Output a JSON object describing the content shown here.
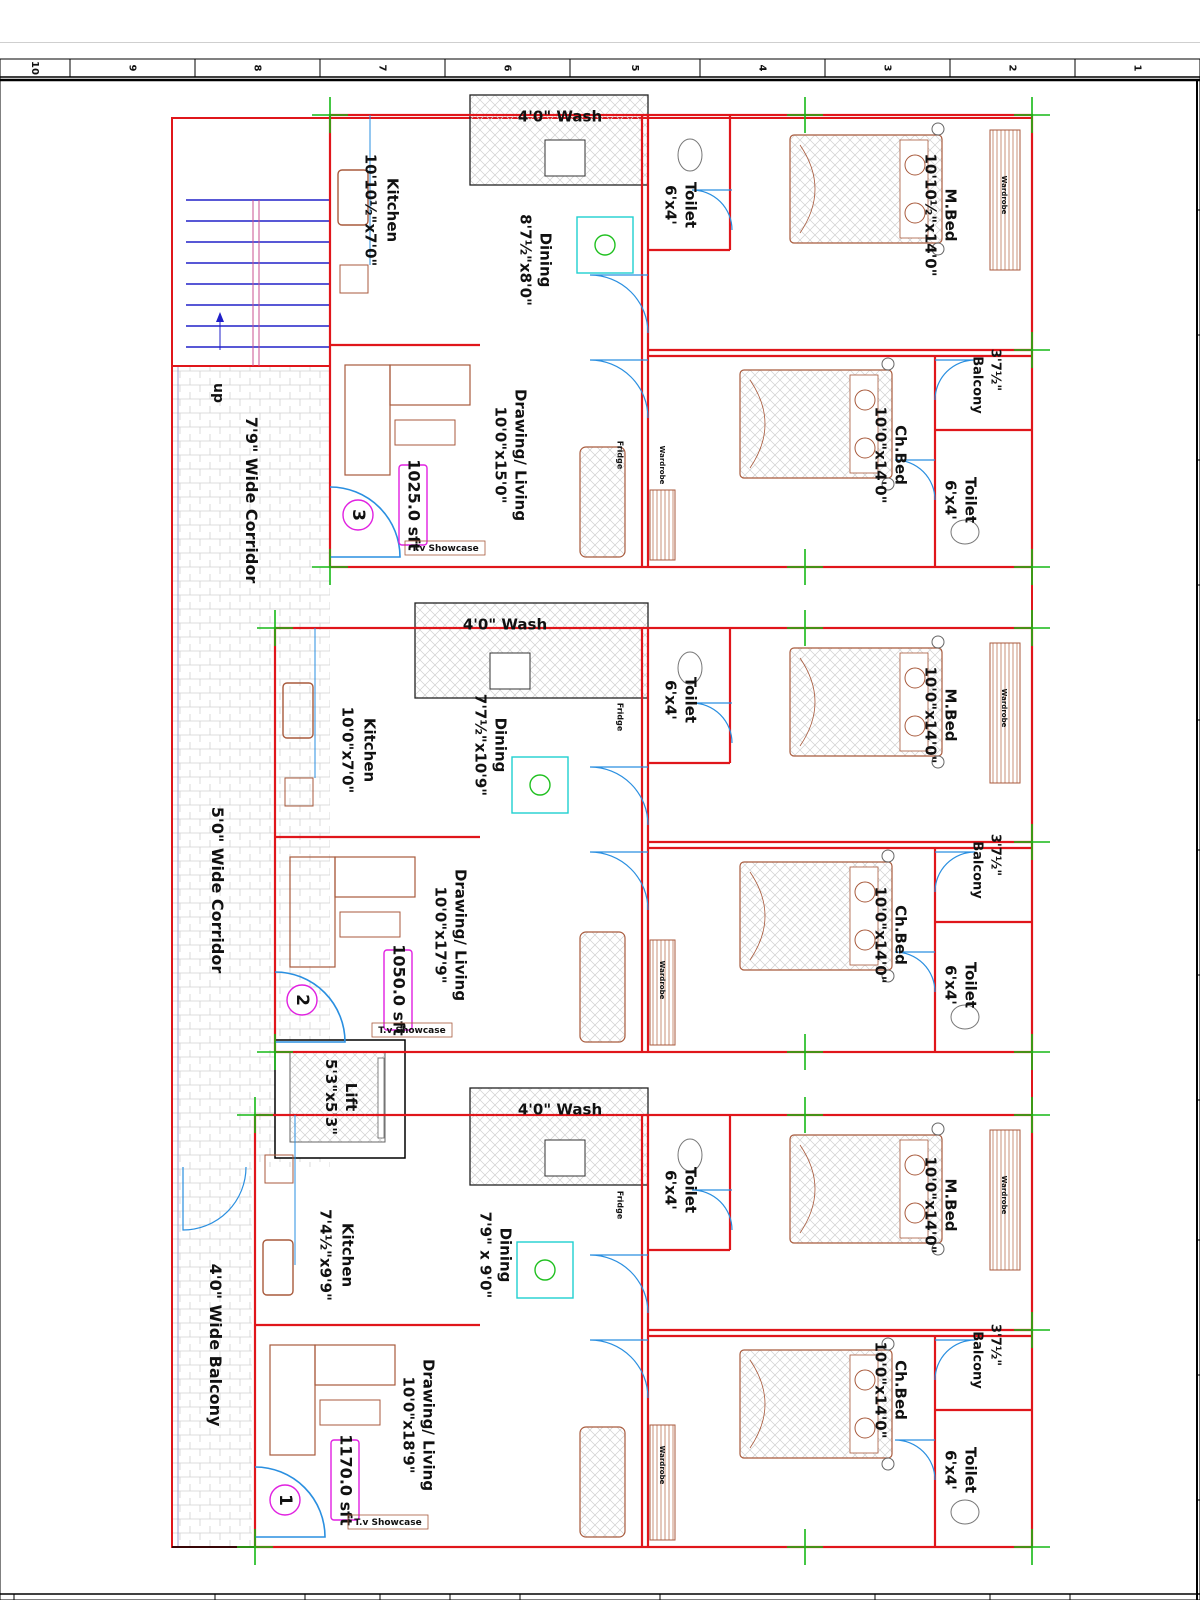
{
  "ruler": [
    "10",
    "9",
    "8",
    "7",
    "6",
    "5",
    "4",
    "3",
    "2",
    "1"
  ],
  "colors": {
    "wall": "#e0161b",
    "door": "#2a8fe0",
    "furniture": "#a85a3c",
    "stair": "#2020c8",
    "grid": "#16b916",
    "area_box": "#e020e0",
    "floor_tile": "#c9c9c9"
  },
  "corridors": {
    "wide_corridor": "7'9\" Wide Corridor",
    "mid_corridor": "5'0\" Wide Corridor",
    "balcony_strip": "4'0\" Wide Balcony",
    "stair_label": "up"
  },
  "lift": {
    "name": "Lift",
    "size": "5'3\"x5'3\""
  },
  "units": [
    {
      "number": "3",
      "area": "1025.0 sft",
      "wash": "4'0\" Wash",
      "kitchen": {
        "name": "Kitchen",
        "size": "10'10½\"x7'0\""
      },
      "dining": {
        "name": "Dining",
        "size": "8'7½\"x8'0\""
      },
      "living": {
        "name": "Drawing/ Living",
        "size": "10'0\"x15'0\""
      },
      "mbed": {
        "name": "M.Bed",
        "size": "10'10½\"x14'0\""
      },
      "chbed": {
        "name": "Ch.Bed",
        "size": "10'0\"x14'0\""
      },
      "toilet_a": {
        "name": "Toilet",
        "size": "6'x4'"
      },
      "toilet_b": {
        "name": "Toilet",
        "size": "6'x4'"
      },
      "balcony": {
        "size": "3'7½\"",
        "name": "Balcony"
      },
      "tv": "T.v Showcase",
      "wardrobe": "Wardrobe",
      "fridge": "Fridge"
    },
    {
      "number": "2",
      "area": "1050.0 sft",
      "wash": "4'0\"  Wash",
      "kitchen": {
        "name": "Kitchen",
        "size": "10'0\"x7'0\""
      },
      "dining": {
        "name": "Dining",
        "size": "7'7½\"x10'9\""
      },
      "living": {
        "name": "Drawing/ Living",
        "size": "10'0\"x17'9\""
      },
      "mbed": {
        "name": "M.Bed",
        "size": "10'0\"x14'0\""
      },
      "chbed": {
        "name": "Ch.Bed",
        "size": "10'0\"x14'0\""
      },
      "toilet_a": {
        "name": "Toilet",
        "size": "6'x4'"
      },
      "toilet_b": {
        "name": "Toilet",
        "size": "6'x4'"
      },
      "balcony": {
        "size": "3'7½\"",
        "name": "Balcony"
      },
      "tv": "T.v Showcase",
      "wardrobe": "Wardrobe",
      "fridge": "Fridge"
    },
    {
      "number": "1",
      "area": "1170.0 sft",
      "wash": "4'0\"  Wash",
      "kitchen": {
        "name": "Kitchen",
        "size": "7'4½\"x9'9\""
      },
      "dining": {
        "name": "Dining",
        "size": "7'9\" x 9'0\""
      },
      "living": {
        "name": "Drawing/ Living",
        "size": "10'0\"x18'9\""
      },
      "mbed": {
        "name": "M.Bed",
        "size": "10'0\"x14'0\""
      },
      "chbed": {
        "name": "Ch.Bed",
        "size": "10'0\"x14'0\""
      },
      "toilet_a": {
        "name": "Toilet",
        "size": "6'x4'"
      },
      "toilet_b": {
        "name": "Toilet",
        "size": "6'x4'"
      },
      "balcony": {
        "size": "3'7½\"",
        "name": "Balcony"
      },
      "tv": "T.v Showcase",
      "wardrobe": "Wardrobe",
      "fridge": "Fridge"
    }
  ]
}
